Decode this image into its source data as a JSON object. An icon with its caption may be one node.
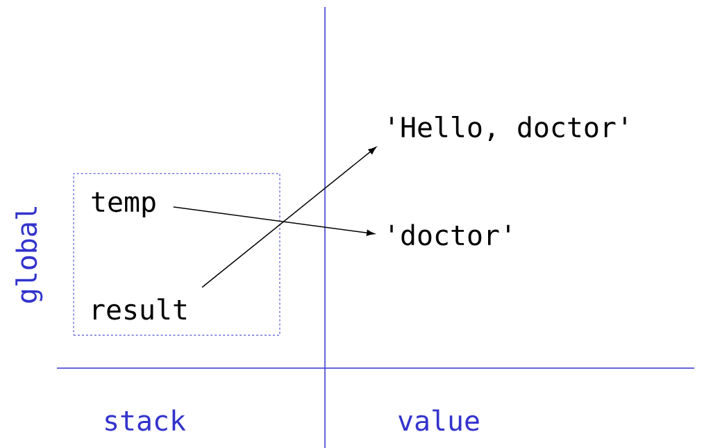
{
  "diagram": {
    "nodes": [
      {
        "text": [],
        "shape": "box",
        "beside": [
          "global"
        ]
      },
      {
        "text": [
          "temp"
        ],
        "in": 0
      },
      {
        "text": [
          "result"
        ],
        "in": 0
      },
      {
        "text": [
          "'Hello, doctor'"
        ]
      },
      {
        "text": [
          "'doctor'"
        ]
      }
    ],
    "edges": [
      {
        "from": 1,
        "to": 4,
        "arrow": "to"
      },
      {
        "from": 2,
        "to": 3,
        "arrow": "to"
      }
    ],
    "labels": [
      "stack",
      "value"
    ]
  }
}
